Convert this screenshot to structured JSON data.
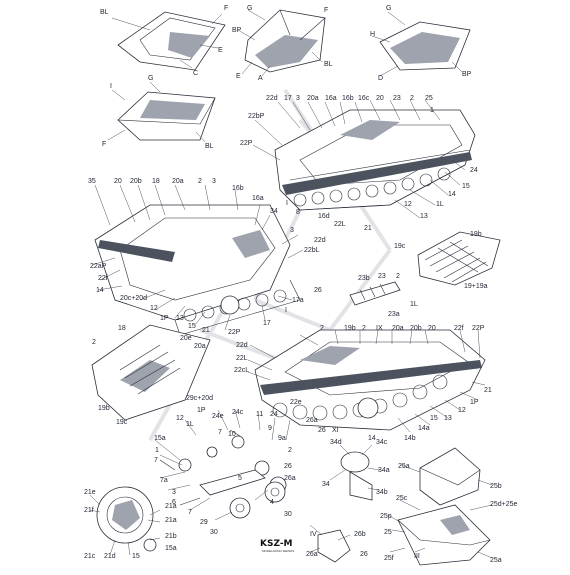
{
  "logo": {
    "text": "KSZ-M",
    "subtext": "MODELARSKI SERWIS"
  },
  "watermark": {
    "text": "KSZ-M"
  },
  "callouts": [
    {
      "id": "c1",
      "text": "BL"
    },
    {
      "id": "c2",
      "text": "F"
    },
    {
      "id": "c3",
      "text": "E"
    },
    {
      "id": "c4",
      "text": "C"
    },
    {
      "id": "c5",
      "text": "G"
    },
    {
      "id": "c6",
      "text": "F"
    },
    {
      "id": "c7",
      "text": "BP"
    },
    {
      "id": "c8",
      "text": "E"
    },
    {
      "id": "c9",
      "text": "A"
    },
    {
      "id": "c10",
      "text": "BL"
    },
    {
      "id": "c11",
      "text": "G"
    },
    {
      "id": "c12",
      "text": "H"
    },
    {
      "id": "c13",
      "text": "D"
    },
    {
      "id": "c14",
      "text": "BP"
    },
    {
      "id": "c15",
      "text": "I"
    },
    {
      "id": "c16",
      "text": "G"
    },
    {
      "id": "c17",
      "text": "F"
    },
    {
      "id": "c18",
      "text": "BL"
    },
    {
      "id": "c19",
      "text": "22d"
    },
    {
      "id": "c20",
      "text": "17"
    },
    {
      "id": "c21",
      "text": "3"
    },
    {
      "id": "c22",
      "text": "20a"
    },
    {
      "id": "c23",
      "text": "16a"
    },
    {
      "id": "c24",
      "text": "16b"
    },
    {
      "id": "c25",
      "text": "16c"
    },
    {
      "id": "c26",
      "text": "20"
    },
    {
      "id": "c27",
      "text": "23"
    },
    {
      "id": "c28",
      "text": "2"
    },
    {
      "id": "c29",
      "text": "25"
    },
    {
      "id": "c30",
      "text": "22bP"
    },
    {
      "id": "c31",
      "text": "22P"
    },
    {
      "id": "c32",
      "text": "1"
    },
    {
      "id": "c33",
      "text": "24"
    },
    {
      "id": "c34",
      "text": "15"
    },
    {
      "id": "c35",
      "text": "14"
    },
    {
      "id": "c36",
      "text": "1L"
    },
    {
      "id": "c37",
      "text": "13"
    },
    {
      "id": "c38",
      "text": "12"
    },
    {
      "id": "c39",
      "text": "21"
    },
    {
      "id": "c40",
      "text": "22L"
    },
    {
      "id": "c41",
      "text": "16d"
    },
    {
      "id": "c42",
      "text": "8"
    },
    {
      "id": "c43",
      "text": "I"
    },
    {
      "id": "c44",
      "text": "35"
    },
    {
      "id": "c45",
      "text": "20"
    },
    {
      "id": "c46",
      "text": "20b"
    },
    {
      "id": "c47",
      "text": "18"
    },
    {
      "id": "c48",
      "text": "20a"
    },
    {
      "id": "c49",
      "text": "2"
    },
    {
      "id": "c50",
      "text": "3"
    },
    {
      "id": "c51",
      "text": "16b"
    },
    {
      "id": "c52",
      "text": "16a"
    },
    {
      "id": "c53",
      "text": "34"
    },
    {
      "id": "c54",
      "text": "3"
    },
    {
      "id": "c55",
      "text": "22d"
    },
    {
      "id": "c56",
      "text": "22bL"
    },
    {
      "id": "c57",
      "text": "22aP"
    },
    {
      "id": "c58",
      "text": "22f"
    },
    {
      "id": "c59",
      "text": "14"
    },
    {
      "id": "c60",
      "text": "20c+20d"
    },
    {
      "id": "c61",
      "text": "12"
    },
    {
      "id": "c62",
      "text": "1P"
    },
    {
      "id": "c63",
      "text": "13"
    },
    {
      "id": "c64",
      "text": "15"
    },
    {
      "id": "c65",
      "text": "21"
    },
    {
      "id": "c66",
      "text": "22P"
    },
    {
      "id": "c67",
      "text": "17"
    },
    {
      "id": "c68",
      "text": "I"
    },
    {
      "id": "c69",
      "text": "17a"
    },
    {
      "id": "c70",
      "text": "26"
    },
    {
      "id": "c71",
      "text": "19c"
    },
    {
      "id": "c72",
      "text": "19b"
    },
    {
      "id": "c73",
      "text": "19+19a"
    },
    {
      "id": "c74",
      "text": "23b"
    },
    {
      "id": "c75",
      "text": "23"
    },
    {
      "id": "c76",
      "text": "2"
    },
    {
      "id": "c77",
      "text": "1L"
    },
    {
      "id": "c78",
      "text": "23a"
    },
    {
      "id": "c79",
      "text": "18"
    },
    {
      "id": "c80",
      "text": "2"
    },
    {
      "id": "c81",
      "text": "20e"
    },
    {
      "id": "c82",
      "text": "20a"
    },
    {
      "id": "c83",
      "text": "19b"
    },
    {
      "id": "c84",
      "text": "19c"
    },
    {
      "id": "c85",
      "text": "2"
    },
    {
      "id": "c86",
      "text": "19b"
    },
    {
      "id": "c87",
      "text": "2"
    },
    {
      "id": "c88",
      "text": "IX"
    },
    {
      "id": "c89",
      "text": "20a"
    },
    {
      "id": "c90",
      "text": "20b"
    },
    {
      "id": "c91",
      "text": "20"
    },
    {
      "id": "c92",
      "text": "22f"
    },
    {
      "id": "c93",
      "text": "22P"
    },
    {
      "id": "c94",
      "text": "22d"
    },
    {
      "id": "c95",
      "text": "22L"
    },
    {
      "id": "c96",
      "text": "22cL"
    },
    {
      "id": "c97",
      "text": "21"
    },
    {
      "id": "c98",
      "text": "1P"
    },
    {
      "id": "c99",
      "text": "12"
    },
    {
      "id": "c100",
      "text": "13"
    },
    {
      "id": "c101",
      "text": "15"
    },
    {
      "id": "c102",
      "text": "14a"
    },
    {
      "id": "c103",
      "text": "14b"
    },
    {
      "id": "c104",
      "text": "14"
    },
    {
      "id": "c105",
      "text": "26"
    },
    {
      "id": "c106",
      "text": "XI"
    },
    {
      "id": "c107",
      "text": "26a"
    },
    {
      "id": "c108",
      "text": "22e"
    },
    {
      "id": "c109",
      "text": "29c+20d"
    },
    {
      "id": "c110",
      "text": "1P"
    },
    {
      "id": "c111",
      "text": "24e"
    },
    {
      "id": "c112",
      "text": "24c"
    },
    {
      "id": "c113",
      "text": "11"
    },
    {
      "id": "c114",
      "text": "24"
    },
    {
      "id": "c115",
      "text": "12"
    },
    {
      "id": "c116",
      "text": "1L"
    },
    {
      "id": "c117",
      "text": "7"
    },
    {
      "id": "c118",
      "text": "10"
    },
    {
      "id": "c119",
      "text": "9"
    },
    {
      "id": "c120",
      "text": "9a"
    },
    {
      "id": "c121",
      "text": "2"
    },
    {
      "id": "c122",
      "text": "15a"
    },
    {
      "id": "c123",
      "text": "1"
    },
    {
      "id": "c124",
      "text": "7"
    },
    {
      "id": "c125",
      "text": "7a"
    },
    {
      "id": "c126",
      "text": "3"
    },
    {
      "id": "c127",
      "text": "6"
    },
    {
      "id": "c128",
      "text": "7"
    },
    {
      "id": "c129",
      "text": "5"
    },
    {
      "id": "c130",
      "text": "26"
    },
    {
      "id": "c131",
      "text": "26a"
    },
    {
      "id": "c132",
      "text": "4"
    },
    {
      "id": "c133",
      "text": "30"
    },
    {
      "id": "c134",
      "text": "29"
    },
    {
      "id": "c135",
      "text": "30"
    },
    {
      "id": "c136",
      "text": "21e"
    },
    {
      "id": "c137",
      "text": "21a"
    },
    {
      "id": "c138",
      "text": "21f"
    },
    {
      "id": "c139",
      "text": "21a"
    },
    {
      "id": "c140",
      "text": "21b"
    },
    {
      "id": "c141",
      "text": "15a"
    },
    {
      "id": "c142",
      "text": "21c"
    },
    {
      "id": "c143",
      "text": "21d"
    },
    {
      "id": "c144",
      "text": "15"
    },
    {
      "id": "c145",
      "text": "34d"
    },
    {
      "id": "c146",
      "text": "34c"
    },
    {
      "id": "c147",
      "text": "34"
    },
    {
      "id": "c148",
      "text": "34a"
    },
    {
      "id": "c149",
      "text": "34b"
    },
    {
      "id": "c150",
      "text": "25a"
    },
    {
      "id": "c151",
      "text": "25b"
    },
    {
      "id": "c152",
      "text": "25c"
    },
    {
      "id": "c153",
      "text": "25d+25e"
    },
    {
      "id": "c154",
      "text": "25p"
    },
    {
      "id": "c155",
      "text": "25"
    },
    {
      "id": "c156",
      "text": "26b"
    },
    {
      "id": "c157",
      "text": "IV"
    },
    {
      "id": "c158",
      "text": "26"
    },
    {
      "id": "c159",
      "text": "26a"
    },
    {
      "id": "c160",
      "text": "25f"
    },
    {
      "id": "c161",
      "text": "III"
    },
    {
      "id": "c162",
      "text": "25a"
    }
  ]
}
